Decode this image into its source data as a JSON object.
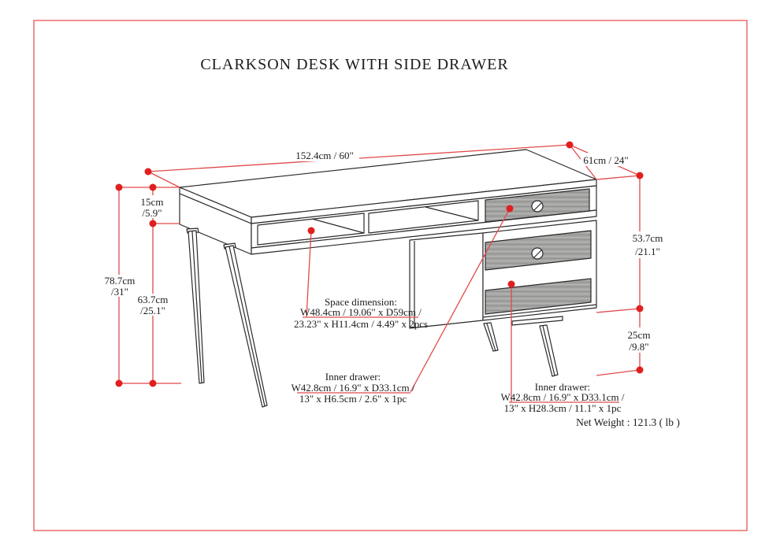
{
  "page": {
    "title": "CLARKSON DESK WITH SIDE DRAWER",
    "net_weight": "Net Weight : 121.3 ( lb )"
  },
  "dimensions": {
    "total_width": "152.4cm / 60\"",
    "total_depth": "61cm / 24\"",
    "top_thickness": [
      "15cm",
      "/5.9\""
    ],
    "total_height": [
      "78.7cm",
      "/31\""
    ],
    "clearance_height": [
      "63.7cm",
      "/25.1\""
    ],
    "cabinet_height": [
      "53.7cm",
      "/21.1\""
    ],
    "leg_height": [
      "25cm",
      "/9.8\""
    ]
  },
  "callouts": {
    "space_dimension": [
      "Space dimension:",
      "W48.4cm / 19.06\" x D59cm /",
      "23.23\" x H11.4cm / 4.49\" x 2pcs"
    ],
    "inner_drawer_top": [
      "Inner drawer:",
      "W42.8cm / 16.9\" x D33.1cm /",
      "13\" x H6.5cm / 2.6\" x 1pc"
    ],
    "inner_drawer_side": [
      "Inner drawer:",
      "W42.8cm / 16.9\" x D33.1cm /",
      "13\" x H28.3cm / 11.1\" x 1pc"
    ]
  },
  "colors": {
    "page_border": "#ee8383",
    "dimension_line": "#e04a4a",
    "dimension_dot": "#e01f1f",
    "drawing_line": "#2a2a2a",
    "drawer_front_gray": "#a4a4a2"
  }
}
